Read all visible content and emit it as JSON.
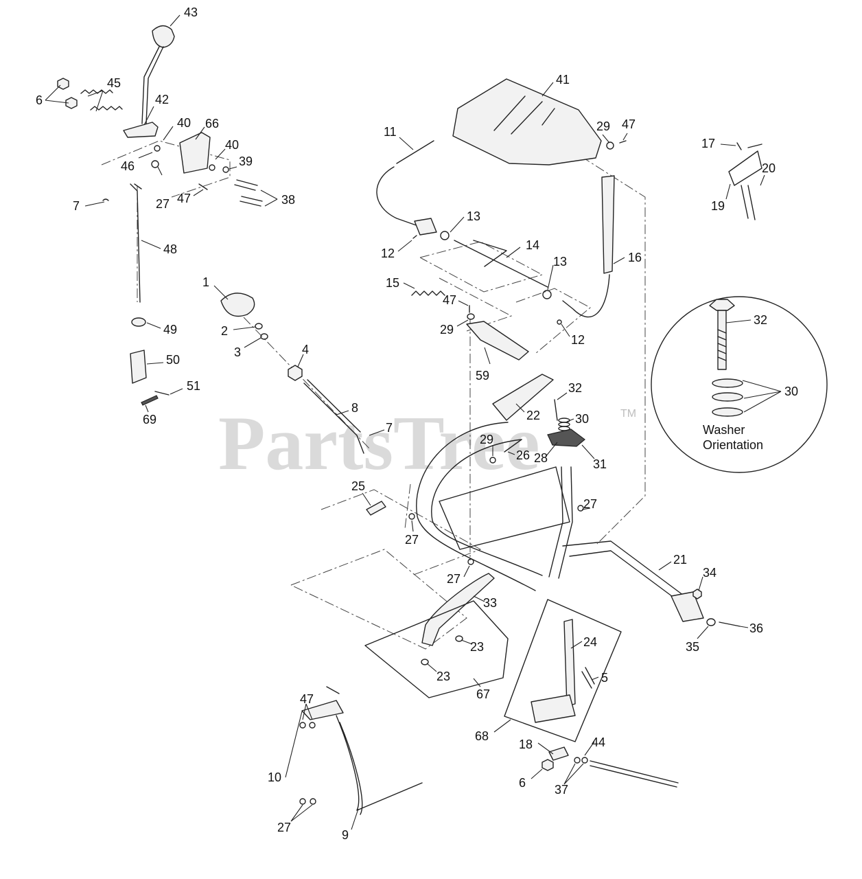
{
  "watermark": {
    "text": "PartsTree",
    "trademark": "TM"
  },
  "callouts": [
    "43",
    "45",
    "6",
    "42",
    "40",
    "66",
    "46",
    "40",
    "39",
    "27",
    "47",
    "38",
    "7",
    "48",
    "49",
    "50",
    "51",
    "69",
    "1",
    "2",
    "3",
    "4",
    "8",
    "7",
    "41",
    "29",
    "47",
    "11",
    "13",
    "12",
    "14",
    "13",
    "16",
    "15",
    "47",
    "29",
    "12",
    "59",
    "17",
    "20",
    "19",
    "32",
    "30",
    "22",
    "29",
    "26",
    "28",
    "31",
    "25",
    "27",
    "27",
    "27",
    "21",
    "34",
    "35",
    "36",
    "33",
    "23",
    "23",
    "67",
    "24",
    "5",
    "68",
    "18",
    "44",
    "6",
    "37",
    "47",
    "10",
    "27",
    "9",
    "32",
    "30"
  ],
  "detail": {
    "caption_line1": "Washer",
    "caption_line2": "Orientation"
  }
}
